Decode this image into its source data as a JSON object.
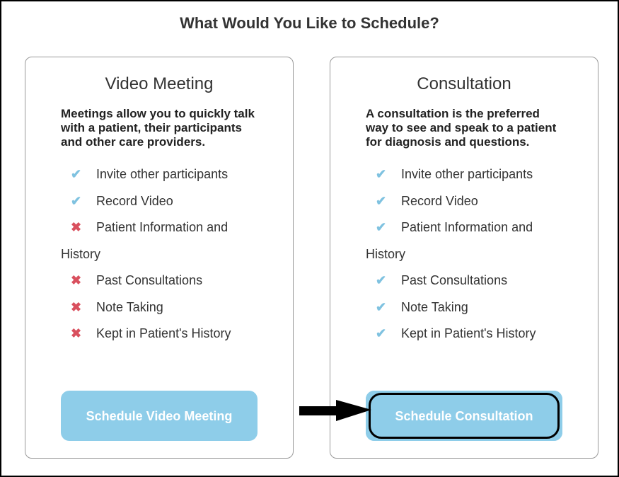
{
  "title": "What Would You Like to Schedule?",
  "cards": [
    {
      "title": "Video Meeting",
      "description": "Meetings allow you to quickly talk with a patient, their participants and other care providers.",
      "features": [
        {
          "label": "Invite other participants",
          "icon": "check-icon",
          "glyph": "✔"
        },
        {
          "label": "Record Video",
          "icon": "check-icon",
          "glyph": "✔"
        },
        {
          "label": "Patient Information and History",
          "icon": "x-icon",
          "glyph": "✖"
        },
        {
          "label": "Past Consultations",
          "icon": "x-icon",
          "glyph": "✖"
        },
        {
          "label": "Note Taking",
          "icon": "x-icon",
          "glyph": "✖"
        },
        {
          "label": "Kept in Patient's History",
          "icon": "x-icon",
          "glyph": "✖"
        }
      ],
      "button": "Schedule Video Meeting"
    },
    {
      "title": "Consultation",
      "description": "A consultation is the preferred way to see and speak to a patient for diagnosis and questions.",
      "features": [
        {
          "label": "Invite other participants",
          "icon": "check-icon",
          "glyph": "✔"
        },
        {
          "label": "Record Video",
          "icon": "check-icon",
          "glyph": "✔"
        },
        {
          "label": "Patient Information and History",
          "icon": "check-icon",
          "glyph": "✔"
        },
        {
          "label": "Past Consultations",
          "icon": "check-icon",
          "glyph": "✔"
        },
        {
          "label": "Note Taking",
          "icon": "check-icon",
          "glyph": "✔"
        },
        {
          "label": "Kept in Patient's History",
          "icon": "check-icon",
          "glyph": "✔"
        }
      ],
      "button": "Schedule Consultation"
    }
  ],
  "colors": {
    "accent": "#8ecde9",
    "check": "#7fc2e0",
    "cross": "#d9505e"
  }
}
